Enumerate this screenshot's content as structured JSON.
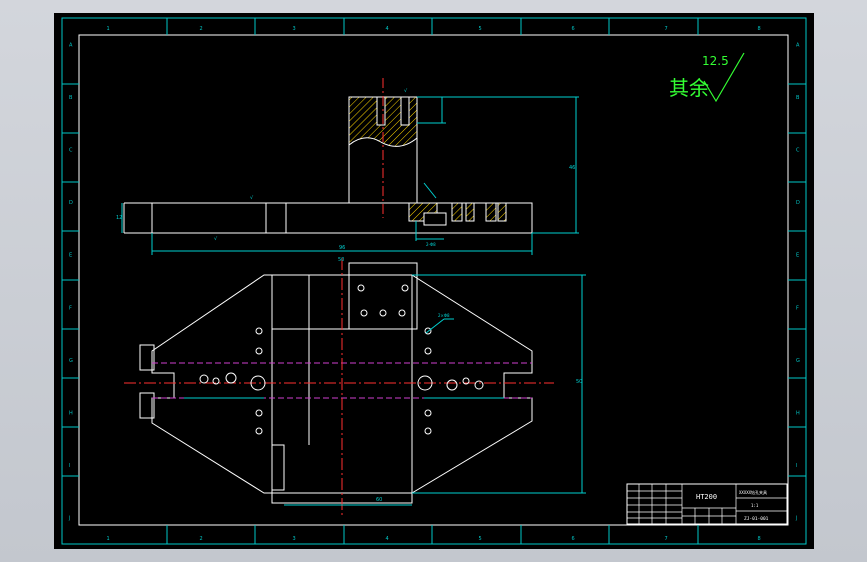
{
  "drawing": {
    "roughness_prefix": "其余",
    "roughness_value": "12.5",
    "colors": {
      "sheet": "#000000",
      "frame": "#00c8c8",
      "outline": "#ffffff",
      "centerline": "#ff3030",
      "hidden": "#d040d0",
      "hatch": "#ffd700",
      "dimension": "#00d0d0",
      "roughness": "#33ff33"
    }
  },
  "frame": {
    "top_zone_marks": [
      "1",
      "2",
      "3",
      "4",
      "5",
      "6",
      "7",
      "8"
    ],
    "side_zone_marks": [
      "A",
      "B",
      "C",
      "D",
      "E",
      "F",
      "G",
      "H",
      "I",
      "J"
    ]
  },
  "title_block": {
    "material": "HT200",
    "drawing_name": "XXXXX钻孔夹具",
    "scale": "1:1",
    "drawing_number": "ZJ-01-001"
  }
}
